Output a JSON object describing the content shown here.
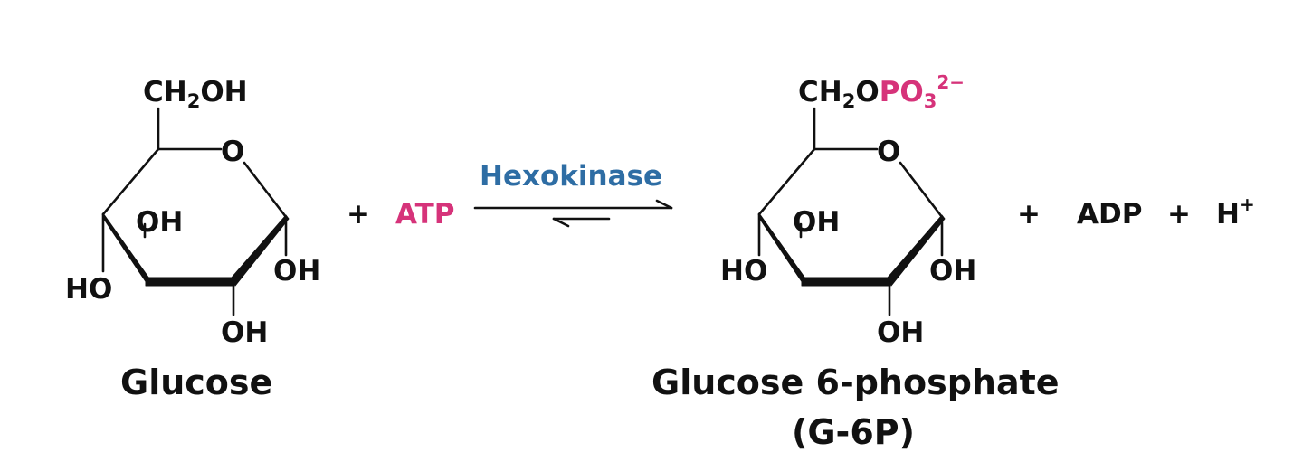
{
  "colors": {
    "atp": "#d6337a",
    "phosphate": "#d6337a",
    "enzyme": "#2e6da4",
    "ink": "#111111"
  },
  "glucose": {
    "ch2oh": {
      "main": "CH",
      "sub": "2",
      "tail": "OH"
    },
    "ring_o": "O",
    "oh_upper": "OH",
    "oh_right": "OH",
    "ho_left": "HO",
    "oh_bottom": "OH",
    "name": "Glucose"
  },
  "reaction": {
    "plus1": "+",
    "atp": "ATP",
    "enzyme": "Hexokinase",
    "plus2": "+",
    "adp": "ADP",
    "plus3": "+",
    "proton": {
      "main": "H",
      "sup": "+"
    }
  },
  "g6p": {
    "ch2": {
      "main": "CH",
      "sub": "2",
      "tail": "O"
    },
    "phosphate": {
      "main": "PO",
      "sub": "3",
      "sup": "2−"
    },
    "ring_o": "O",
    "oh_upper": "OH",
    "oh_right": "OH",
    "ho_left": "HO",
    "oh_bottom": "OH",
    "name": "Glucose 6-phosphate",
    "abbrev": "(G-6P)"
  }
}
